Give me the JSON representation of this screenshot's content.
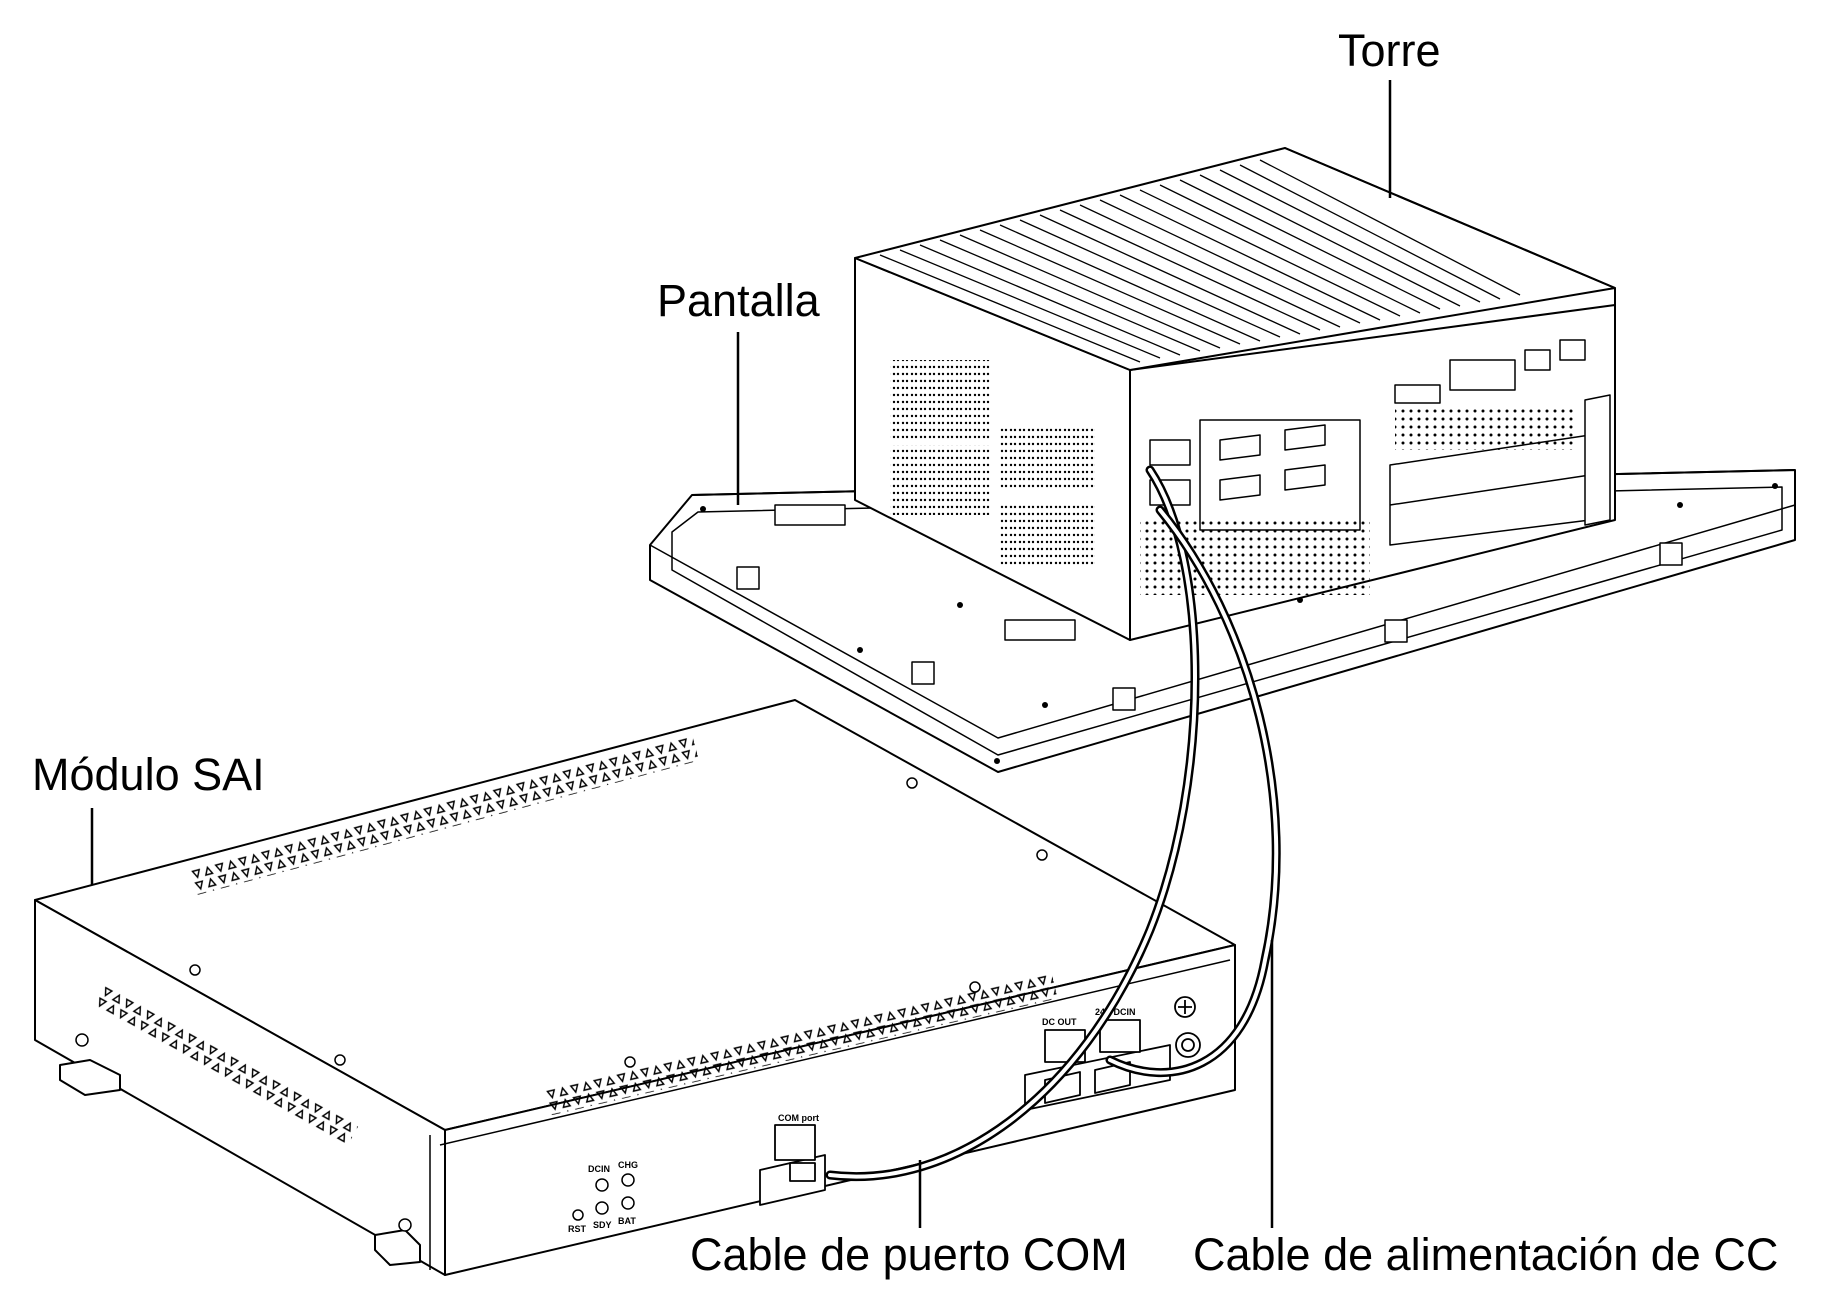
{
  "labels": {
    "torre": "Torre",
    "pantalla": "Pantalla",
    "modulo_sai": "Módulo SAI",
    "com_cable": "Cable de puerto COM",
    "dc_cable": "Cable de alimentación de CC"
  },
  "panel_text": {
    "com_port": "COM port",
    "dc_out": "DC OUT",
    "dc_in": "24V DCIN",
    "dcin": "DCIN",
    "chg": "CHG",
    "rst": "RST",
    "sdy": "SDY",
    "bat": "BAT"
  },
  "colors": {
    "line": "#000000",
    "background": "#ffffff"
  }
}
